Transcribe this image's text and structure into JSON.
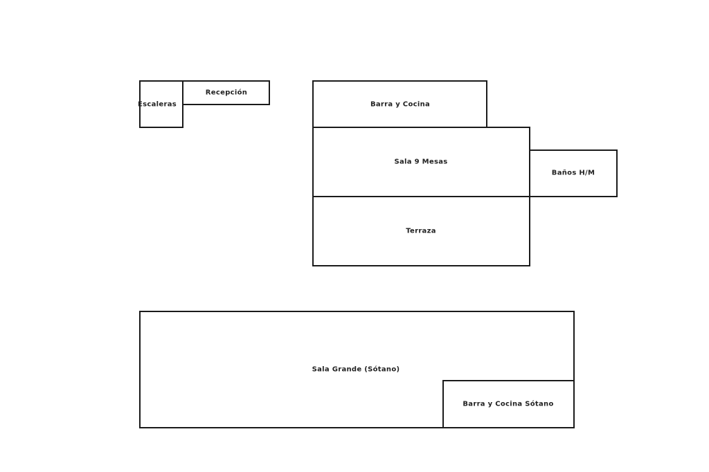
{
  "floor_plan": {
    "rooms": [
      {
        "id": "escaleras",
        "label": "Escaleras"
      },
      {
        "id": "recepcion",
        "label": "Recepción"
      },
      {
        "id": "barra_cocina",
        "label": "Barra y Cocina"
      },
      {
        "id": "sala_9_mesas",
        "label": "Sala 9 Mesas"
      },
      {
        "id": "banos",
        "label": "Baños H/M"
      },
      {
        "id": "terraza",
        "label": "Terraza"
      },
      {
        "id": "sala_grande",
        "label": "Sala Grande (Sótano)"
      },
      {
        "id": "barra_cocina_sotano",
        "label": "Barra y Cocina Sótano"
      }
    ]
  }
}
